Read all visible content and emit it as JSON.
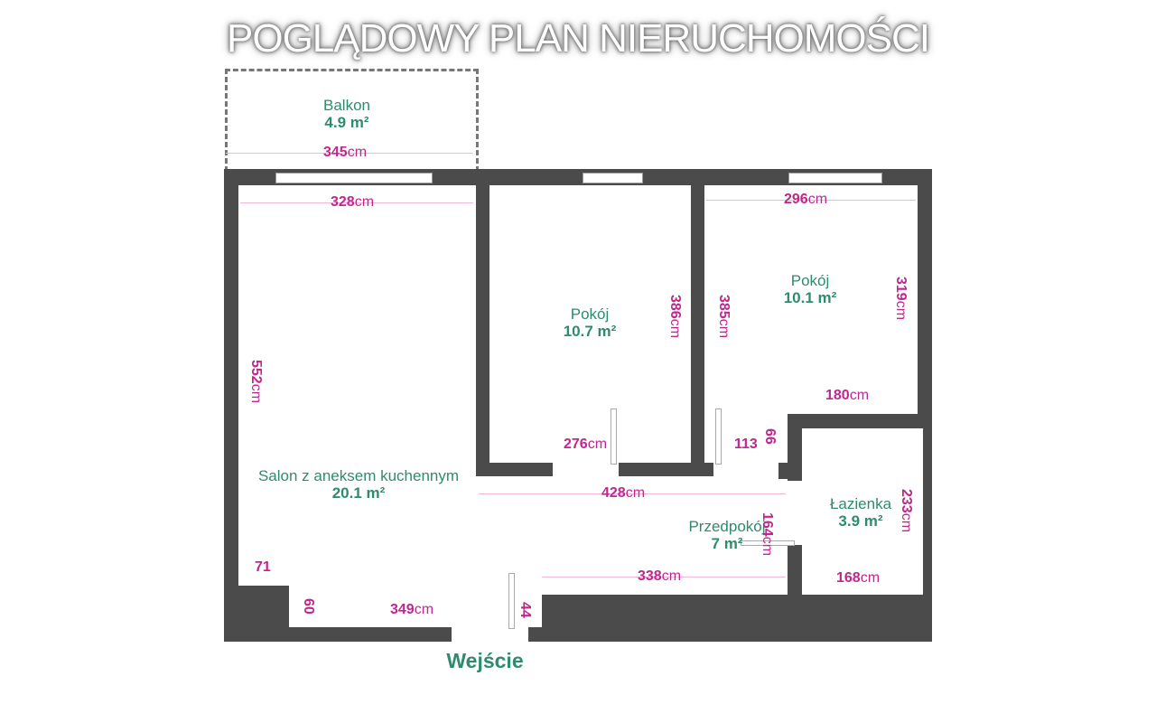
{
  "title": "POGLĄDOWY PLAN NIERUCHOMOŚCI",
  "rooms": [
    {
      "name": "Balkon",
      "area": "4.9 m²"
    },
    {
      "name": "Pokój",
      "area": "10.7 m²"
    },
    {
      "name": "Pokój",
      "area": "10.1 m²"
    },
    {
      "name": "Salon z aneksem kuchennym",
      "area": "20.1 m²"
    },
    {
      "name": "Łazienka",
      "area": "3.9 m²"
    },
    {
      "name": "Przedpokój",
      "area": "7 m²"
    }
  ],
  "unit": "cm",
  "dimensions": {
    "balkon_width": "345",
    "salon_width": "328",
    "room2_width": "296",
    "room1_height": "386",
    "room2_height_left": "385",
    "room2_height_right": "319",
    "salon_height": "552",
    "room2_bottom": "180",
    "room1_bottom": "276",
    "corridor_small": "113",
    "corridor_66": "66",
    "hall_width": "428",
    "bath_height": "233",
    "hall_164": "164",
    "hall_bottom": "338",
    "bath_width": "168",
    "corner_71": "71",
    "corner_60": "60",
    "entry_349": "349",
    "entry_44": "44"
  },
  "entrance": "Wejście",
  "colors": {
    "wall": "#4b4b4b",
    "dimension": "#c0268f",
    "label": "#2e8b6e"
  }
}
